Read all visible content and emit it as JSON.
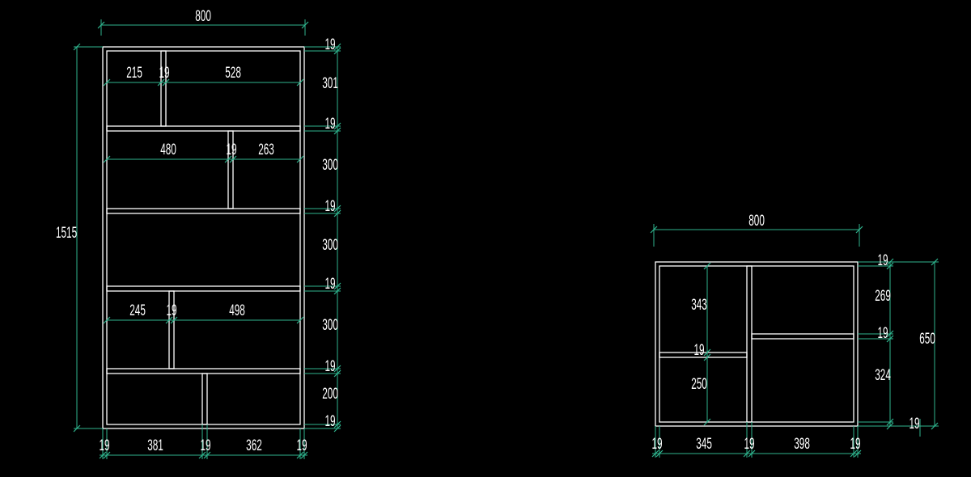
{
  "colors": {
    "background": "#000000",
    "outline": "#ffffff",
    "dimension_line": "#2fb58e",
    "dimension_text": "#ffffff"
  },
  "left_cabinet": {
    "overall_width": "800",
    "overall_height": "1515",
    "row1_left": "215",
    "row1_divider": "19",
    "row1_right": "528",
    "row2_left": "480",
    "row2_divider": "19",
    "row2_right": "263",
    "row4_left": "245",
    "row4_divider": "19",
    "row4_right": "498",
    "right_top_board": "19",
    "right_row1": "301",
    "right_board2": "19",
    "right_row2": "300",
    "right_board3": "19",
    "right_row3": "300",
    "right_board4": "19",
    "right_row4": "300",
    "right_board5": "19",
    "right_row5": "200",
    "right_bottom_board": "19",
    "bottom_side_left": "19",
    "bottom_bay_left": "381",
    "bottom_divider": "19",
    "bottom_bay_right": "362",
    "bottom_side_right": "19"
  },
  "right_cabinet": {
    "overall_width": "800",
    "overall_height": "650",
    "left_upper": "343",
    "left_shelf": "19",
    "left_lower": "250",
    "right_top_board": "19",
    "right_upper": "269",
    "right_shelf": "19",
    "right_lower": "324",
    "right_bottom_board": "19",
    "bottom_side_left": "19",
    "bottom_bay_left": "345",
    "bottom_divider": "19",
    "bottom_bay_right": "398",
    "bottom_side_right": "19"
  }
}
